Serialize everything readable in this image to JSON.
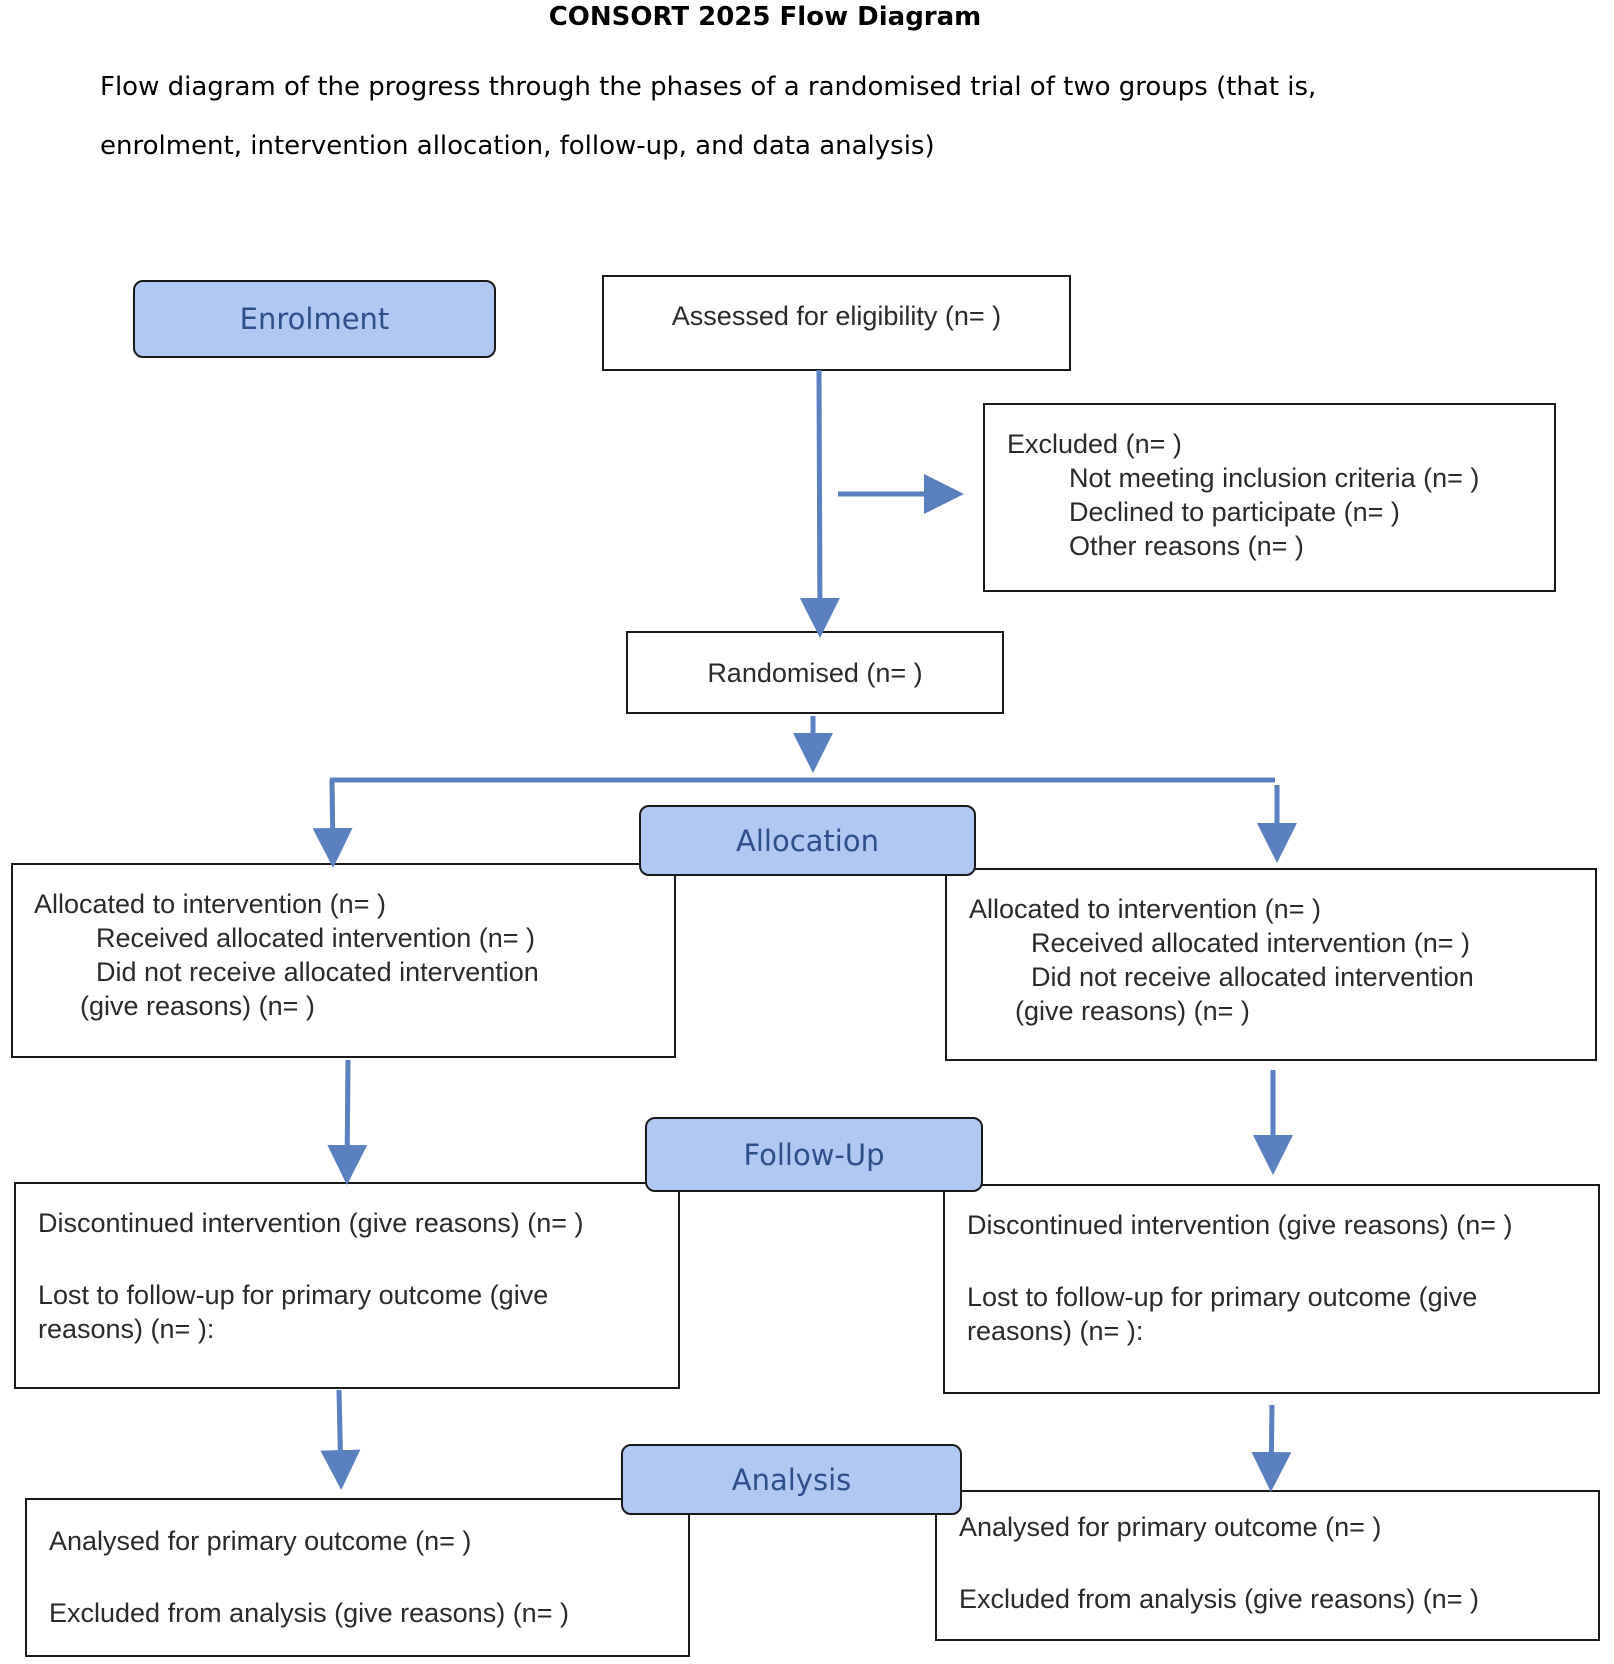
{
  "header": {
    "title": "CONSORT 2025 Flow Diagram",
    "subtitle": "Flow diagram of the progress through the phases of a randomised trial of two groups (that is, enrolment, intervention allocation, follow-up, and data analysis)"
  },
  "stages": {
    "enrolment": "Enrolment",
    "allocation": "Allocation",
    "followup": "Follow-Up",
    "analysis": "Analysis"
  },
  "assessed": "Assessed for eligibility (n= )",
  "excluded": {
    "title": "Excluded (n= )",
    "items": [
      "Not meeting inclusion criteria (n= )",
      "Declined to participate (n= )",
      "Other reasons (n= )"
    ]
  },
  "randomised": "Randomised (n= )",
  "allocation_box": {
    "title": "Allocated to intervention (n= )",
    "received": "Received allocated intervention (n= )",
    "not_received": "Did not receive allocated intervention",
    "not_received_reasons": "(give reasons) (n= )"
  },
  "followup_box": {
    "discontinued": "Discontinued intervention (give reasons) (n= )",
    "lost_line1": "Lost to follow-up for primary outcome (give",
    "lost_line2": "reasons) (n= ):"
  },
  "analysis_box": {
    "analysed": "Analysed for primary outcome (n= )",
    "excluded": "Excluded from analysis (give reasons) (n= )"
  },
  "colors": {
    "stage_fill": "#b1c8f3",
    "stage_text": "#2f4f8a",
    "arrow": "#5a80bf"
  }
}
